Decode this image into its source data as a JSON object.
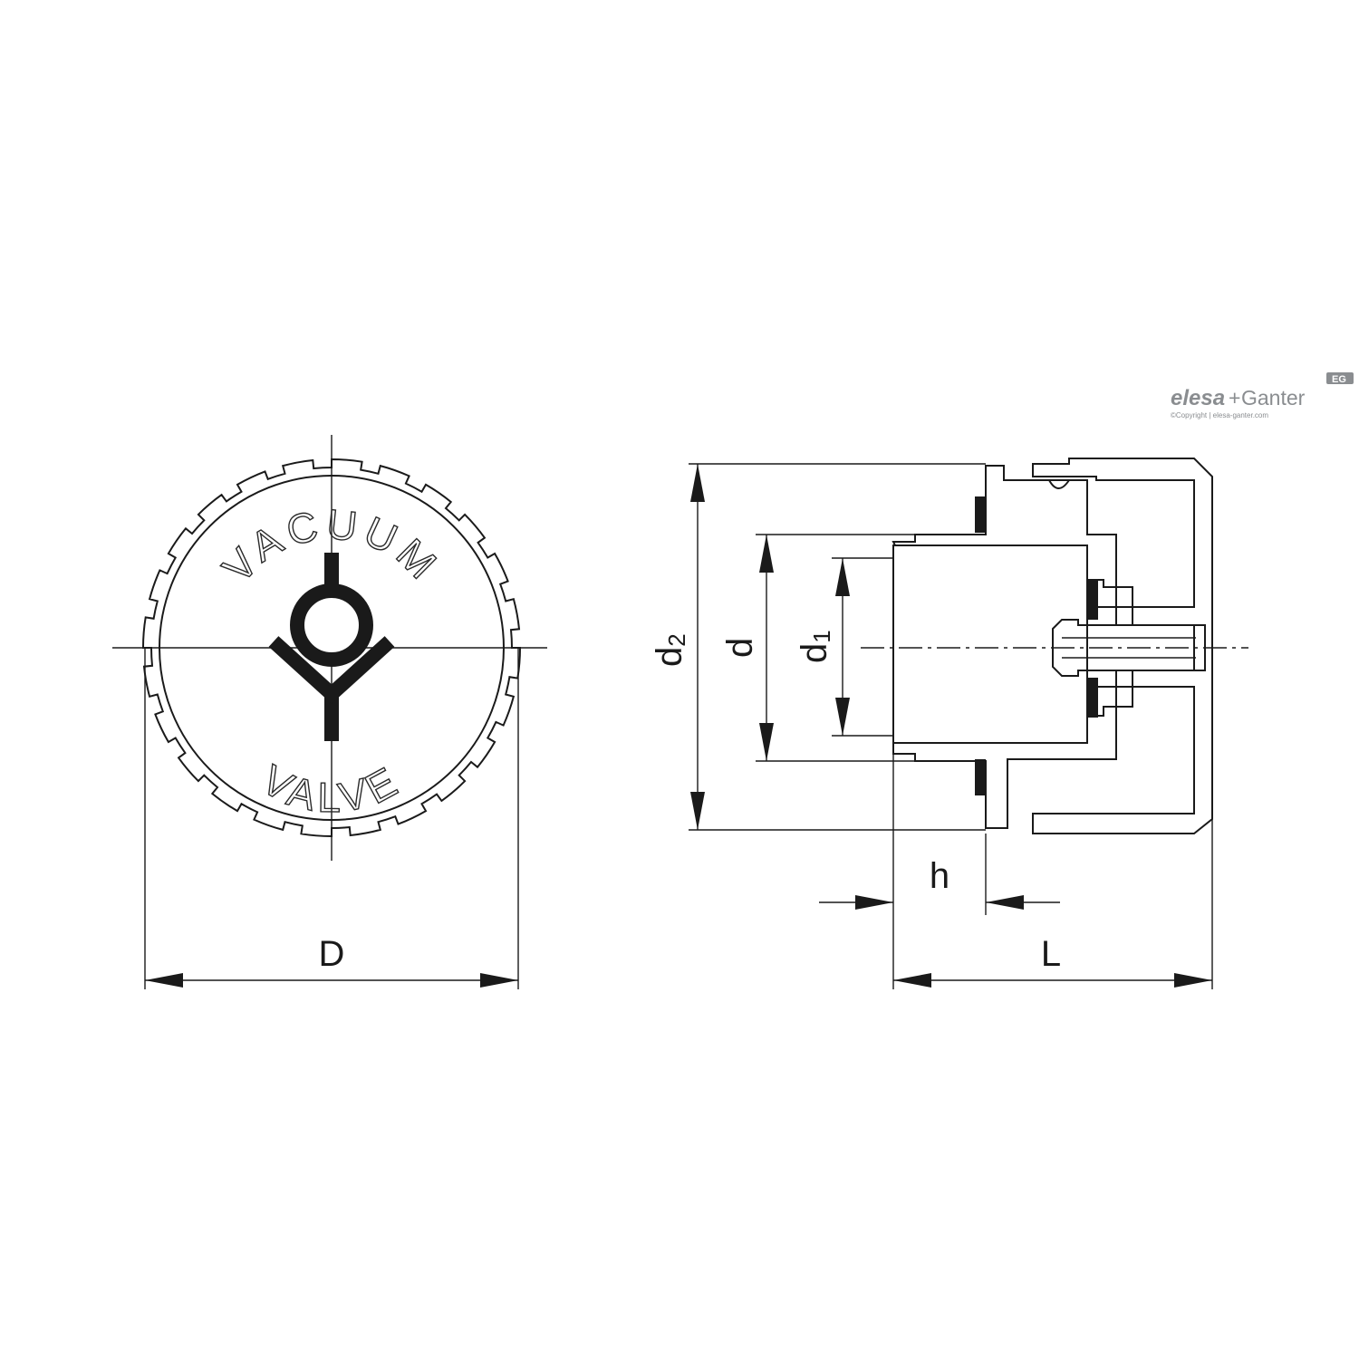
{
  "logo": {
    "brand_primary": "elesa",
    "brand_plus": "+",
    "brand_secondary": "Ganter",
    "badge": "EG",
    "copyright": "©Copyright | elesa-ganter.com",
    "color": "#8a8d90"
  },
  "front_view": {
    "label_top": "VACUUM",
    "label_bottom": "VALVE",
    "symbol_icon": "check-valve-symbol-icon"
  },
  "dimensions": {
    "D": "D",
    "L": "L",
    "h": "h",
    "d": "d",
    "d1_base": "d",
    "d1_sub": "1",
    "d2_base": "d",
    "d2_sub": "2"
  },
  "colors": {
    "line": "#1a1a1a",
    "background": "#ffffff"
  }
}
